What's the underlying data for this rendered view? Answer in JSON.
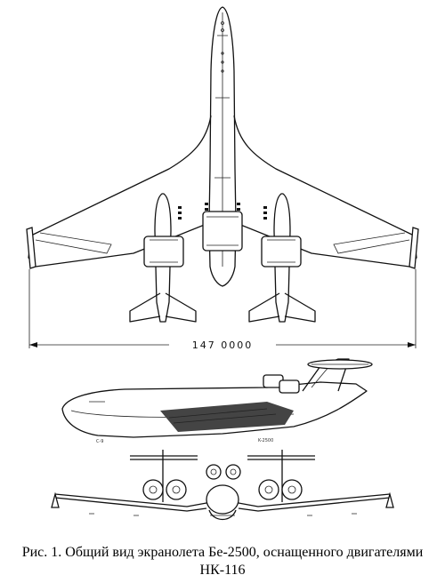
{
  "figure": {
    "dimension_label": "147 0000",
    "side_view_labels": [
      "C-9",
      "K-2500"
    ]
  },
  "caption": {
    "line1": "Рис. 1. Общий вид экранолета Бе-2500, оснащенного двигателями",
    "line2": "НК-116"
  }
}
